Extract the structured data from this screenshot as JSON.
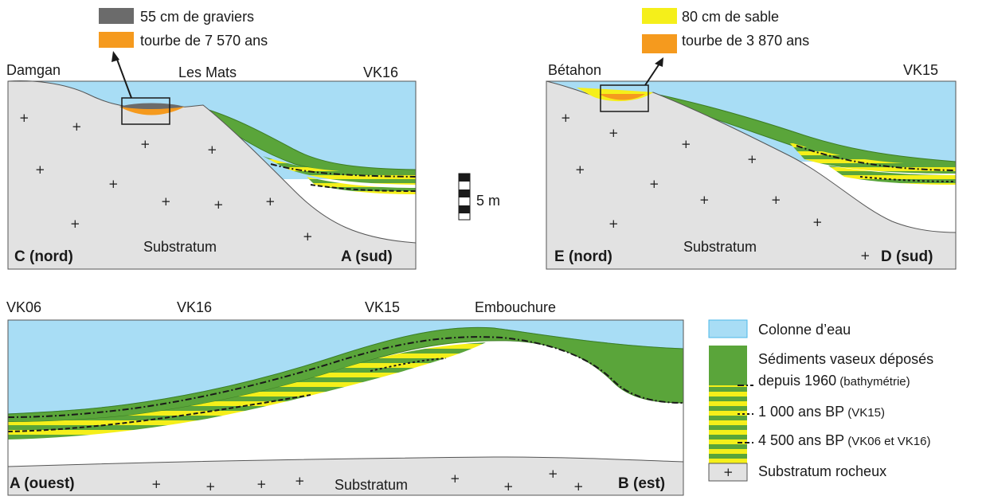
{
  "colors": {
    "water": "#a8ddf5",
    "water_stroke": "#4bb8e8",
    "mud": "#5aa53a",
    "mud_stroke": "#3d7d24",
    "sand_yellow": "#f5ef1a",
    "peat_orange": "#f59a1e",
    "gravel_grey": "#6b6b6b",
    "substratum": "#e2e2e2",
    "frame": "#555555"
  },
  "panel_cn": {
    "left_place": "Damgan",
    "mid_place": "Les Mats",
    "right_core": "VK16",
    "corner_left": "C (nord)",
    "corner_right": "A (sud)",
    "substratum": "Substratum",
    "inset_top": "55 cm de graviers",
    "inset_bottom": "tourbe de 7 570 ans"
  },
  "panel_ed": {
    "left_place": "Bétahon",
    "right_core": "VK15",
    "corner_left": "E (nord)",
    "corner_right": "D (sud)",
    "substratum": "Substratum",
    "inset_top": "80 cm de sable",
    "inset_bottom": "tourbe de 3 870 ans"
  },
  "scale": {
    "label": "5 m"
  },
  "panel_ab": {
    "core_1": "VK06",
    "core_2": "VK16",
    "core_3": "VK15",
    "mouth": "Embouchure",
    "corner_left": "A (ouest)",
    "corner_right": "B (est)",
    "substratum": "Substratum"
  },
  "legend": {
    "water": "Colonne d’eau",
    "mud_line1": "Sédiments vaseux déposés",
    "mud_line2": "depuis 1960",
    "mud_line2_note": " (bathymétrie)",
    "age1000": "1 000 ans BP",
    "age1000_note": " (VK15)",
    "age4500": "4 500 ans BP",
    "age4500_note": " (VK06 et VK16)",
    "rock": "Substratum rocheux"
  },
  "symbols": {
    "plus": "+"
  }
}
